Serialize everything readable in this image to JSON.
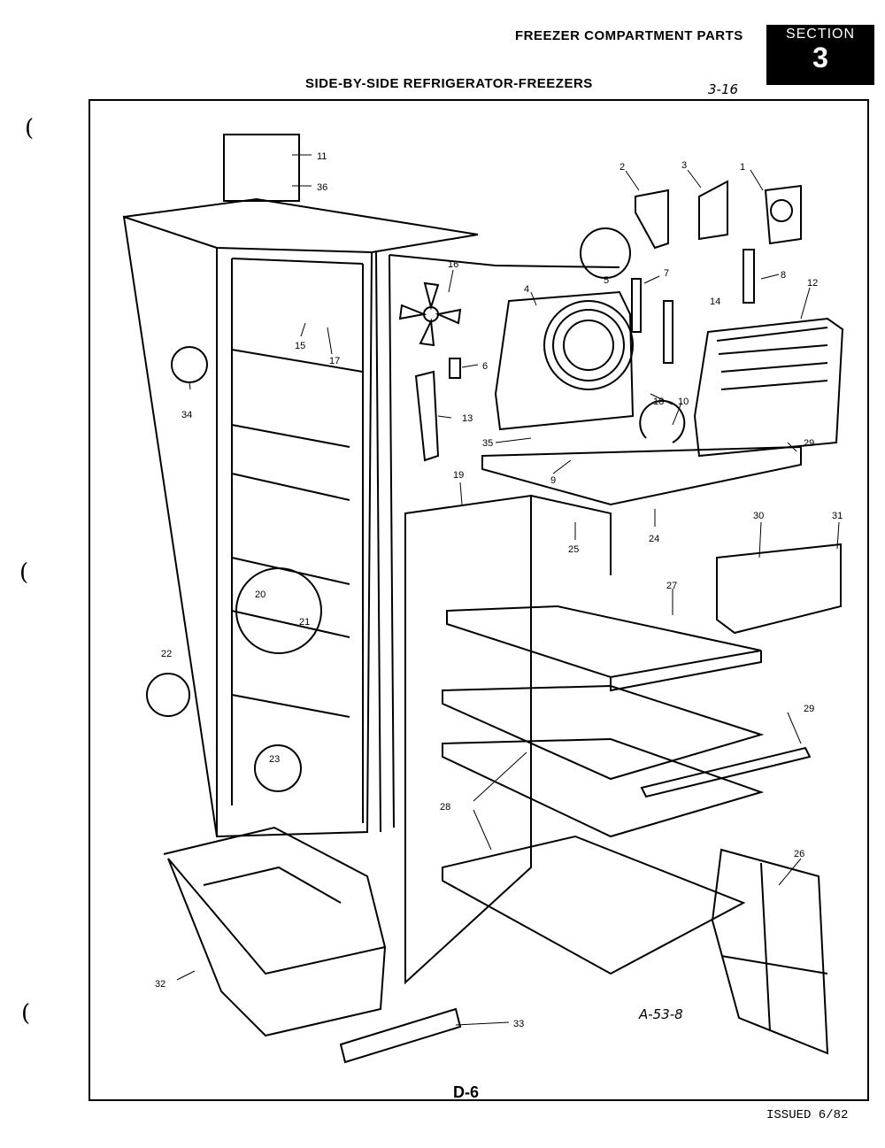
{
  "header": {
    "title": "FREEZER COMPARTMENT PARTS",
    "section_label": "SECTION",
    "section_number": "3",
    "main_title": "SIDE-BY-SIDE REFRIGERATOR-FREEZERS",
    "handwritten_ref": "3-16"
  },
  "diagram": {
    "drawing_code": "A-53-8",
    "callouts": [
      "11",
      "36",
      "1",
      "2",
      "3",
      "16",
      "4",
      "5",
      "7",
      "8",
      "12",
      "15",
      "17",
      "14",
      "34",
      "6",
      "18",
      "10",
      "13",
      "35",
      "29",
      "9",
      "19",
      "24",
      "25",
      "30",
      "31",
      "20",
      "21",
      "27",
      "22",
      "23",
      "29",
      "28",
      "26",
      "32",
      "33"
    ]
  },
  "footer": {
    "page_code": "D-6",
    "issued": "ISSUED 6/82"
  }
}
